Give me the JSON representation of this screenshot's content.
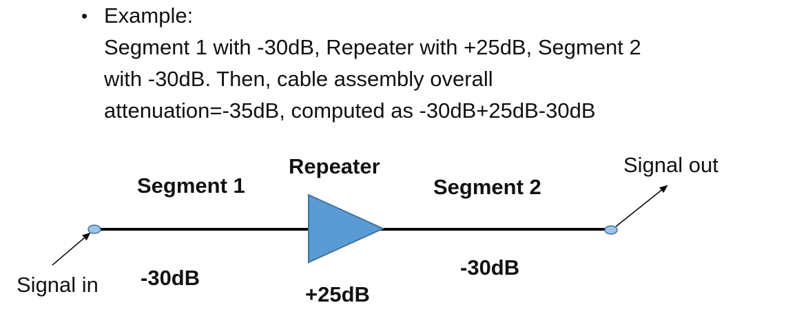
{
  "bullet": {
    "title": "Example:",
    "lines": [
      "Segment 1 with -30dB, Repeater with +25dB, Segment 2",
      "with -30dB. Then, cable assembly overall",
      "attenuation=-35dB, computed as -30dB+25dB-30dB"
    ]
  },
  "diagram": {
    "repeater_label": "Repeater",
    "segment1_label": "Segment 1",
    "segment2_label": "Segment 2",
    "signal_in_label": "Signal in",
    "signal_out_label": "Signal out",
    "segment1_value": "-30dB",
    "segment2_value": "-30dB",
    "repeater_value": "+25dB",
    "colors": {
      "repeater_fill": "#5b9bd5",
      "repeater_stroke": "#41719c",
      "endpoint_fill": "#9dc3e6",
      "line": "#000000"
    }
  }
}
